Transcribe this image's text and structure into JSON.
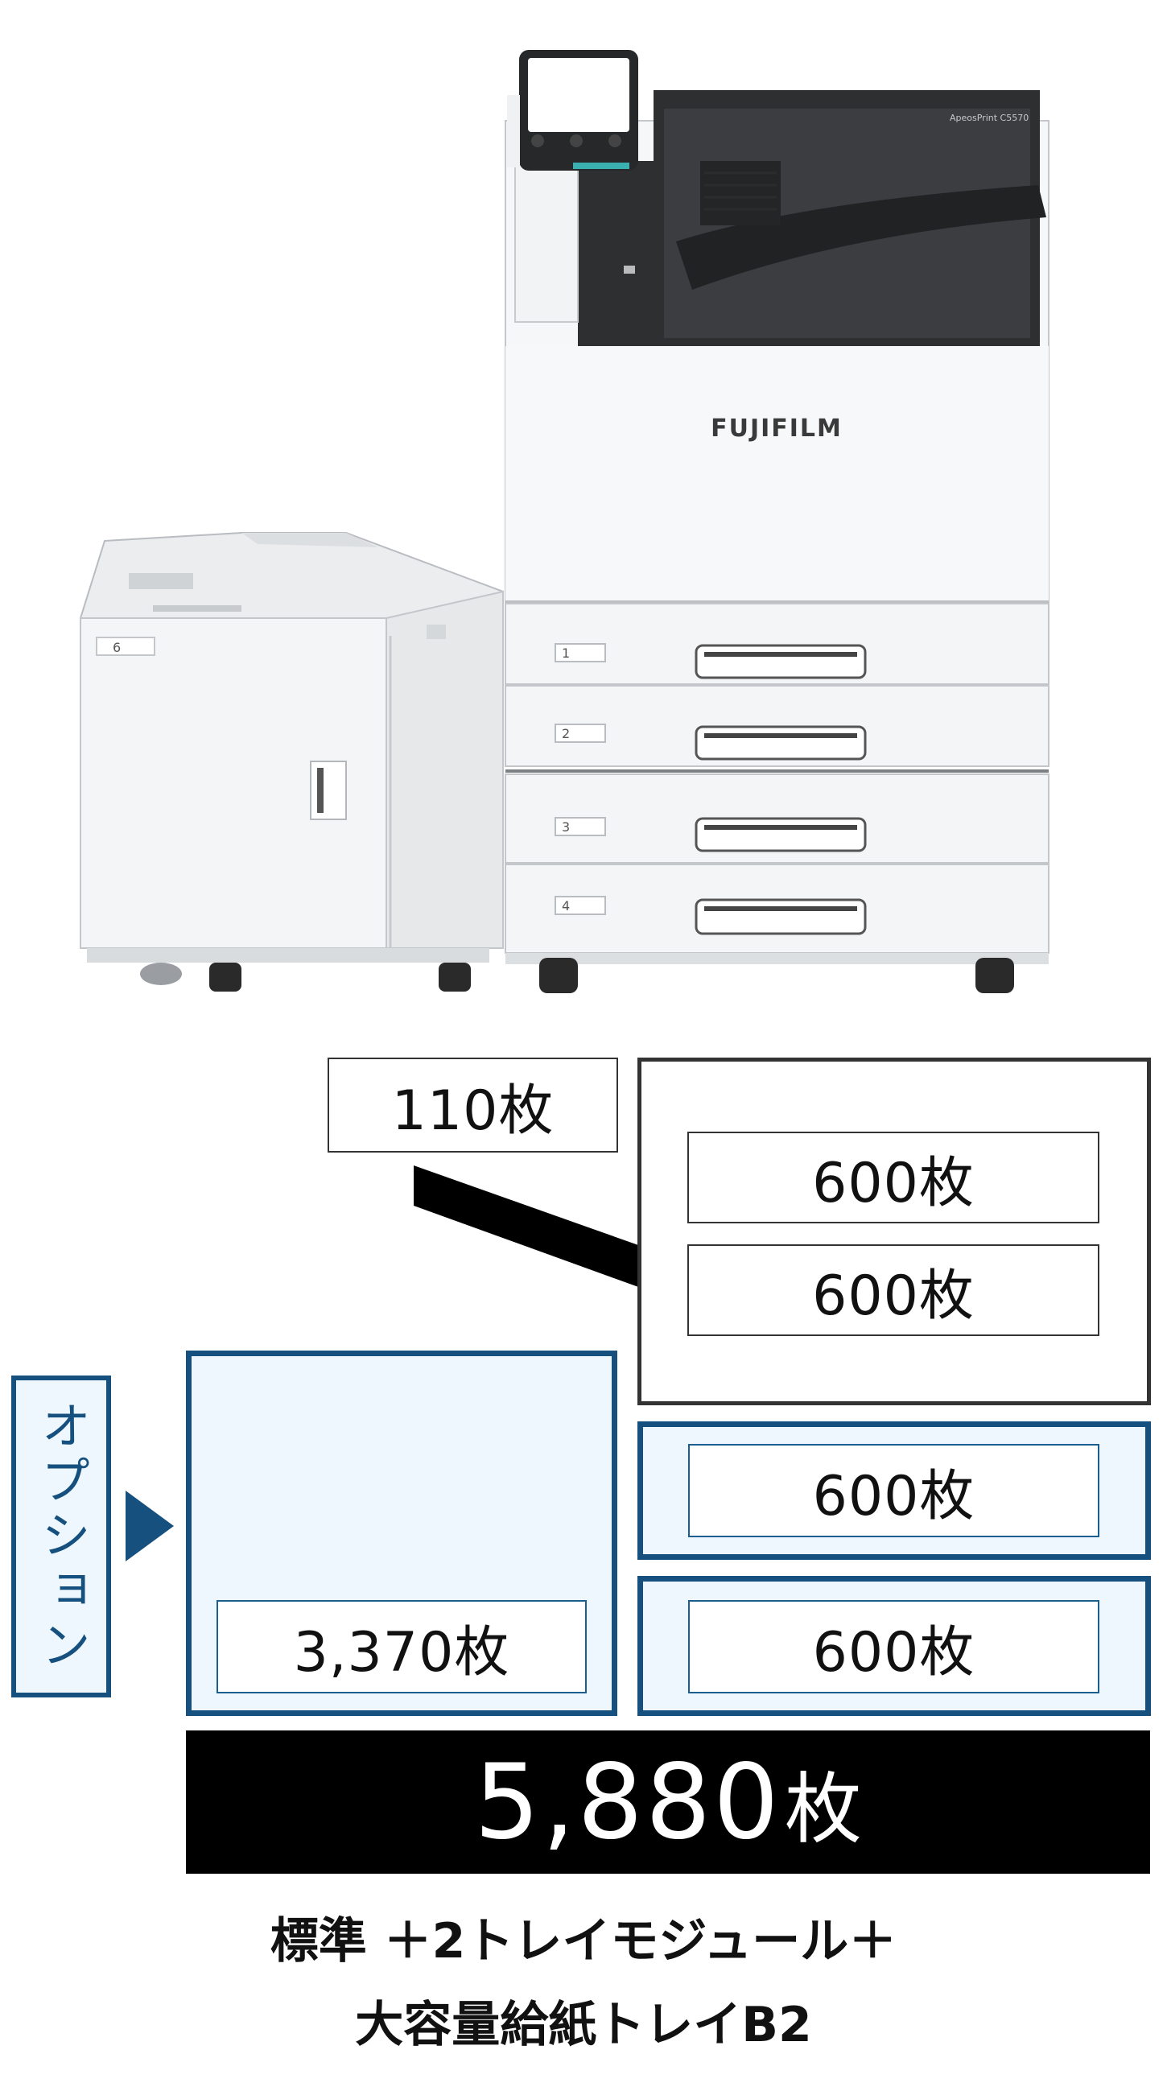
{
  "printer": {
    "brand": "FUJIFILM",
    "model": "ApeosPrint C5570",
    "tray_numbers": [
      "1",
      "2",
      "3",
      "4",
      "6"
    ]
  },
  "diagram": {
    "bypass_tray": "110枚",
    "standard_trays": [
      "600枚",
      "600枚"
    ],
    "module_trays": [
      "600枚",
      "600枚"
    ],
    "large_tray": "3,370枚",
    "option_label": "オプション",
    "total_number": "5,880",
    "total_unit": "枚"
  },
  "caption": {
    "line1": "標準 ＋2トレイモジュール＋",
    "line2": "大容量給紙トレイB2"
  },
  "colors": {
    "option_blue": "#16507e",
    "option_fill": "#edf7fd",
    "printer_dark": "#2d2f31"
  }
}
